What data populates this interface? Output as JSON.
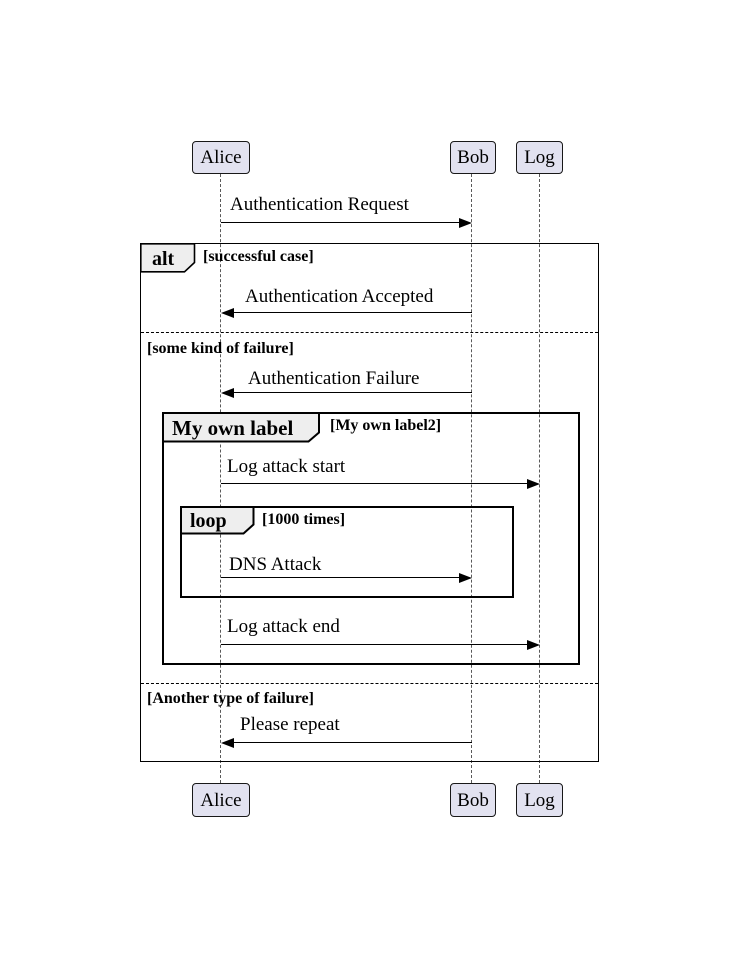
{
  "diagram": {
    "type": "uml-sequence-diagram",
    "participants": [
      {
        "name": "Alice"
      },
      {
        "name": "Bob"
      },
      {
        "name": "Log"
      }
    ],
    "messages": {
      "auth_request": {
        "text": "Authentication Request",
        "from": "Alice",
        "to": "Bob"
      },
      "auth_accepted": {
        "text": "Authentication Accepted",
        "from": "Bob",
        "to": "Alice"
      },
      "auth_failure": {
        "text": "Authentication Failure",
        "from": "Bob",
        "to": "Alice"
      },
      "log_attack_start": {
        "text": "Log attack start",
        "from": "Alice",
        "to": "Log"
      },
      "dns_attack": {
        "text": "DNS Attack",
        "from": "Alice",
        "to": "Bob"
      },
      "log_attack_end": {
        "text": "Log attack end",
        "from": "Alice",
        "to": "Log"
      },
      "please_repeat": {
        "text": "Please repeat",
        "from": "Bob",
        "to": "Alice"
      }
    },
    "frames": {
      "alt": {
        "label": "alt",
        "guard_1": "[successful case]",
        "guard_2": "[some kind of failure]",
        "guard_3": "[Another type of failure]"
      },
      "group": {
        "label": "My own label",
        "guard": "[My own label2]"
      },
      "loop": {
        "label": "loop",
        "guard": "[1000 times]"
      }
    },
    "colors": {
      "participant_fill": "#E2E2F0",
      "participant_border": "#181818",
      "pentagon_fill": "#EEEEEE",
      "frame_border": "#000000",
      "lifeline": "#595959",
      "arrow": "#000000"
    }
  }
}
